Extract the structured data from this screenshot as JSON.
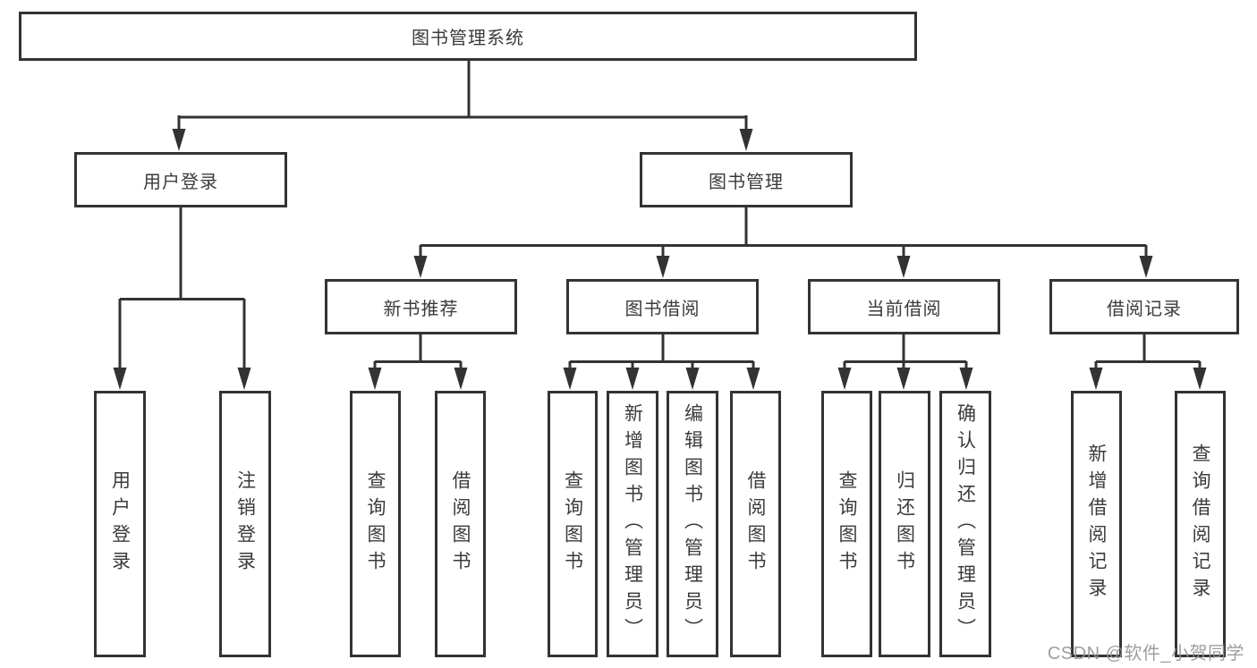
{
  "title": "图书管理系统",
  "watermark": "CSDN @软件_小贺同学",
  "colors": {
    "line": "#333333",
    "border": "#333333",
    "text": "#3b3b3b",
    "background": "#ffffff",
    "watermark": "#949494"
  },
  "nodes": {
    "root": "图书管理系统",
    "user_login": "用户登录",
    "book_mgmt": "图书管理",
    "new_book_rec": "新书推荐",
    "book_borrow": "图书借阅",
    "current_borrow": "当前借阅",
    "borrow_record": "借阅记录",
    "login_leaf_1": "用户登录",
    "login_leaf_2": "注销登录",
    "rec_leaf_1": "查询图书",
    "rec_leaf_2": "借阅图书",
    "borrow_leaf_1": "查询图书",
    "borrow_leaf_2": "新增图书（管理员）",
    "borrow_leaf_3": "编辑图书（管理员）",
    "borrow_leaf_4": "借阅图书",
    "current_leaf_1": "查询图书",
    "current_leaf_2": "归还图书",
    "current_leaf_3": "确认归还（管理员）",
    "record_leaf_1": "新增借阅记录",
    "record_leaf_2": "查询借阅记录"
  }
}
